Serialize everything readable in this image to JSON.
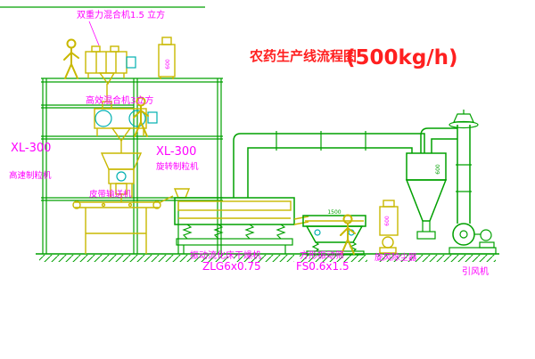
{
  "title": {
    "main": "农药生产线流程图",
    "capacity": "(500kg/h)"
  },
  "labels": {
    "mixer_top": "双重力混合机1.5 立方",
    "mixer_mid": "高效混合机3立方",
    "granulator_left_model": "XL-300",
    "granulator_left_name": "高速制粒机",
    "granulator_right_model": "XL-300",
    "granulator_right_name": "旋转制粒机",
    "belt_conveyor": "皮带输送机",
    "dryer_name": "振动流化床干燥机",
    "dryer_model": "ZLG6x0.75",
    "screen_name": "方形振动筛",
    "screen_model": "FS0.6x1.5",
    "dust_collector": "旋风除尘器",
    "induced_fan": "引风机"
  },
  "dimensions": {
    "panel1_height": "600",
    "panel2_height": "600",
    "cyclone_duct": "600",
    "screen_width": "1500"
  },
  "colors": {
    "structure": "#00a000",
    "equipment": "#c9b800",
    "detail": "#00b0b0",
    "label": "#ff00ff",
    "title": "#ff2020",
    "background": "#ffffff"
  }
}
